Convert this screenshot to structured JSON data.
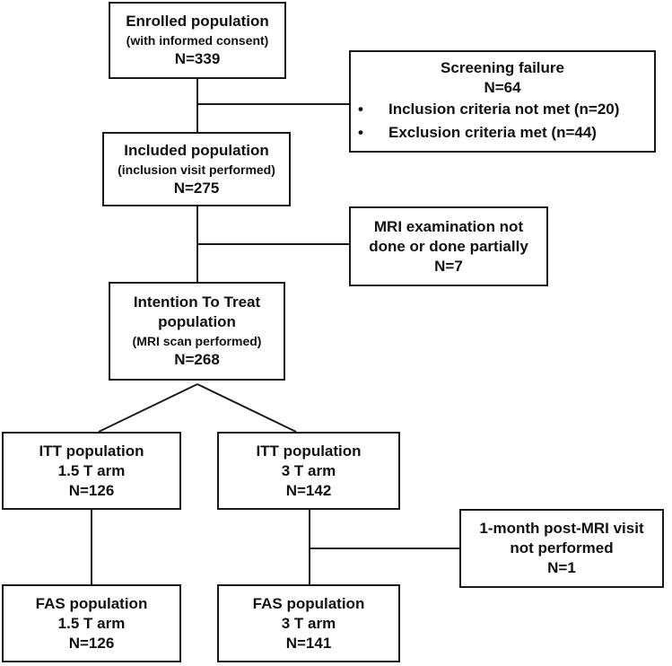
{
  "enrolled": {
    "title": "Enrolled population",
    "subtitle": "(with informed consent)",
    "count": "N=339"
  },
  "screening_failure": {
    "title": "Screening failure",
    "count": "N=64",
    "bullets": [
      "Inclusion criteria not met (n=20)",
      "Exclusion criteria met (n=44)"
    ]
  },
  "included": {
    "title": "Included population",
    "subtitle": "(inclusion visit performed)",
    "count": "N=275"
  },
  "mri_not_done": {
    "line1": "MRI examination not",
    "line2": "done or done partially",
    "count": "N=7"
  },
  "itt": {
    "line1": "Intention To Treat",
    "line2": "population",
    "subtitle": "(MRI scan performed)",
    "count": "N=268"
  },
  "itt_15": {
    "title": "ITT population",
    "arm": "1.5 T arm",
    "count": "N=126"
  },
  "itt_3": {
    "title": "ITT population",
    "arm": "3 T arm",
    "count": "N=142"
  },
  "post_mri": {
    "line1": "1-month post-MRI visit",
    "line2": "not performed",
    "count": "N=1"
  },
  "fas_15": {
    "title": "FAS population",
    "arm": "1.5 T arm",
    "count": "N=126"
  },
  "fas_3": {
    "title": "FAS population",
    "arm": "3 T arm",
    "count": "N=141"
  },
  "bullet_glyph": "•"
}
